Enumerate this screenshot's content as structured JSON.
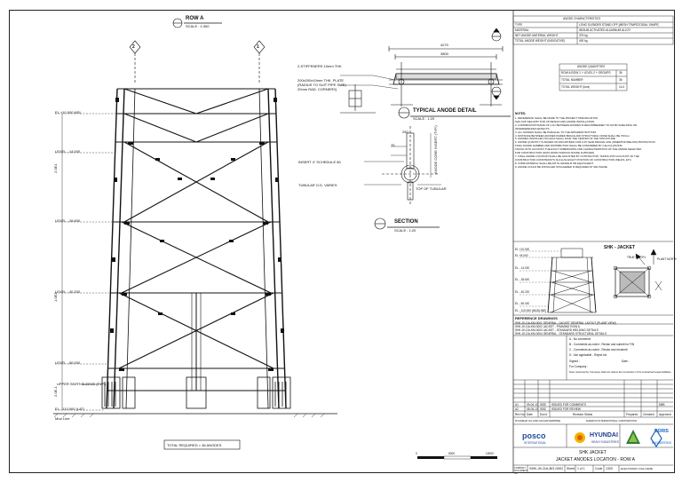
{
  "views": {
    "row_a": {
      "title": "ROW A",
      "scale": "SCALE : 1:300"
    },
    "anode_detail": {
      "title": "TYPICAL ANODE DETAIL",
      "scale": "SCALE : 1:20"
    },
    "section": {
      "title": "SECTION",
      "scale": "SCALE : 1:20"
    }
  },
  "row_markers": [
    "2",
    "1"
  ],
  "elevations": [
    "EL +10.000 MSL",
    "LEVEL - 14.000",
    "LEVEL - 26.600",
    "LEVEL - 40.200",
    "LEVEL - 60.000",
    "EL - 110.000 (LAT)"
  ],
  "dims": {
    "upper": "2.0E1",
    "lower": "1.0E2",
    "bottom": "2.0E-1"
  },
  "tower_notes": {
    "mud_mat": "UPPER SKIRT SLEEVE (TYP.)",
    "seabed": "Mud Line"
  },
  "total_box": "TOTAL REQUIRED = 36 ANODES",
  "detail_labels": {
    "stiffeners": "2-STIFFENERS 10mm THK",
    "doubler": "200x200x10mm THK. PLATE",
    "doubler2": "(RADIUS TO SUIT PIPE SIZE)",
    "doubler3": "20mm RAD. CORNERS)",
    "dim_top": "4270",
    "dim_mid": "3800",
    "insert": "INSERT 4\" SCHEDULE 80",
    "tubular": "TUBULAR O.D. VARIES",
    "topoftub": "TOP OF TUBULAR",
    "anode_core": "ANODE CORE INSERT (TYP.)",
    "dim_a": "250",
    "dim_b": "75"
  },
  "anode_characteristics": {
    "header": "ANODE CHARACTERISTICS",
    "rows": [
      [
        "TYPE",
        "LONG SLENDER STAND OFF (MESH TRAPEZOIDAL SHAPE)"
      ],
      [
        "MATERIAL",
        "INDIUM ACTIVATED ALUMINUM ALLOY"
      ],
      [
        "NET ANODE MATERIAL WEIGHT",
        "375 kg"
      ],
      [
        "TOTAL ANODE WEIGHT (INDICATIVE)",
        "400 kg"
      ]
    ]
  },
  "anode_quantity": {
    "header": "ANODE QUANTITIES",
    "rows": [
      [
        "ROW A,ROW 1 + LEVEL 2 + GROUPS",
        "36"
      ],
      [
        "TOTAL NUMBER",
        "36"
      ],
      [
        "TOTAL WEIGHT (tons)",
        "14.4"
      ]
    ]
  },
  "notes": {
    "title": "NOTES:",
    "items": [
      "1. REFERENCE SHALL BE MADE TO THE PROJECT SPECIFICATION",
      "   SHK-SUP-SEA-0057 FOR CP DESIGN AND ANODE INSTALLATION.",
      "2. A MINIMUM DISTANCE OF 2.0m BETWEEN ANODES IS RECOMMENDED TO AVOID SHIELDING OR",
      "   INTERFERENCES EFFECTS.",
      "3. ALL ANODES SHALL BE PARALLEL TO THE APPARENT BOTTOM.",
      "4. DISTANCE BETWEEN ANODES PAIRED BRACE AND STRUCTURAL NODE SHALL BE 700mm.",
      "5. ANODES INSTALLED ON LEGS SHALL FACE THE CENTER OF THE STRUCTURE.",
      "6. ANODE QUANTITY IS BASED ON DNV-RP-B401 FOR A 25 YEAR DESIGN LIFE (INSERTION BELOW) PROTECTION.",
      "   FINAL ANODE NUMBER AND DISTRIBUTION SHALL BE CONFIRMED BY CALCULATIONS.",
      "   TAKING INTO ACCOUNT THE EXACT DIMENSIONS AND CHARACTERISTICS OF THE ANODE SELECTED",
      "   FOR CONSTRUCTION (DATA FROM VARIOUS ANODE SUPPLIER).",
      "7. FINAL ANODE LOCATION SHALL BE ADJUSTED BY CONTRACTOR, TAKING INTO ACCOUNT OF THE",
      "   CONSTRUCTION CONSTRAINTS SUCH AS EXACT POSITION OF CONSTRUCTION WELDS, ETC.",
      "8. CORE MATERIAL SHALL BE API 5L GRADE B OR EQUIVALENT.",
      "9. ANODE COULD BE INSTALLED STAGGERED IF REQUIRED AT 90d PHASE."
    ]
  },
  "key_plan": {
    "title": "SHK - JACKET",
    "levels": [
      "EL +10.000",
      "EL +8.000",
      "EL - 14.000",
      "EL - 26.600",
      "EL - 40.200",
      "EL - 60.000",
      "EL - 110.000 (MUDLINE)"
    ],
    "true_north": "TRUE NORTH",
    "plant_north": "PLANT NORTH"
  },
  "reference": {
    "title": "REFERENCE DRAWINGS",
    "rows": [
      "SHK-JK-DA-KM-0001    GENERAL - JACKET GENERAL LAYOUT (PLANE VIEW)",
      "SHK-JK-DA-KM-0002    JACKET - FRAMING ROW A",
      "SHK-JK-DA-KM-0003    JACKET - STANDARD WELDING DETAILS",
      "SHK-JK-DA-KM-0004    GENERAL - STANDARD STRUCTURAL DETAILS"
    ]
  },
  "approval": {
    "items": [
      "A - No comments",
      "B - Comments as noted - Revise and submit for FIN",
      "C - Comments as noted - Revise and resubmit",
      "D - Not applicable - Reject etc"
    ],
    "signed": "Signed :",
    "date": "Date :",
    "company": "For Company :",
    "remark": "Note: Approval by Company shall not relieve the Contractor of his contractual responsibilities"
  },
  "revisions": {
    "headers": [
      "Rev No",
      "Date",
      "Doc'd",
      "Revision Status",
      "Prepared",
      "Checked",
      "Approved"
    ],
    "rows": [
      [
        "A1",
        "09-04-13",
        "ISSD",
        "ISSUED FOR COMMENTS",
        "",
        "",
        "DBB"
      ],
      [
        "A2",
        "08-05-13",
        "ISSD",
        "ISSUED FOR REVIEW"
      ]
    ]
  },
  "logos": {
    "client": "posco",
    "client_sub": "INTERNATIONAL",
    "contractor": "HYUNDAI",
    "contractor_sub": "HEAVY INDUSTRIES",
    "third": "DORIS",
    "third_sub": "ENGINEERING",
    "myanmar": "MYANMAR OIL AND GAS ENTERPRISE",
    "daewoo": "DAEWOO INTERNATIONAL CORPORATION"
  },
  "title_block": {
    "line1": "SHK JACKET",
    "line2": "JACKET ANODES LOCATION - ROW A"
  },
  "doc_info": {
    "company_label": "COMPANY DOCUMENT No.",
    "doc_no": "SHK-JK-DA-BG-0002",
    "sheet_label": "Sheet",
    "sheet": "1 of 1",
    "code_label": "Code",
    "code": "1300",
    "contractor": "ELECTRONIC FILE NAME"
  },
  "scale_bar": {
    "labels": [
      "0",
      "5000",
      "10000"
    ]
  },
  "colors": {
    "line": "#111111",
    "frame": "#222222"
  }
}
